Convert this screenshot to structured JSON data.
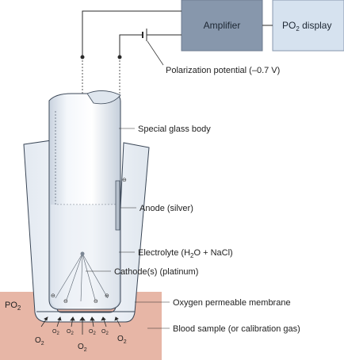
{
  "boxes": {
    "amplifier": {
      "label": "Amplifier",
      "fill": "#8797ac"
    },
    "display": {
      "label": "PO",
      "sub": "2",
      "suffix": " display",
      "fill": "#d6e2ef"
    }
  },
  "labels": {
    "polarization": "Polarization potential (–0.7 V)",
    "glass_body": "Special glass body",
    "anode": "Anode (silver)",
    "electrolyte_pre": "Electrolyte (H",
    "electrolyte_sub": "2",
    "electrolyte_post": "O + NaCl)",
    "cathode": "Cathode(s) (platinum)",
    "membrane": "Oxygen permeable membrane",
    "blood": "Blood sample (or calibration gas)",
    "po2_main": "PO",
    "po2_sub": "2"
  },
  "oxygen": {
    "main": "O",
    "sub": "2"
  },
  "minus_sign": "⊖",
  "colors": {
    "blood": "#e7b6a6",
    "glass": "#e8edf4",
    "line": "#2a2a2a"
  }
}
